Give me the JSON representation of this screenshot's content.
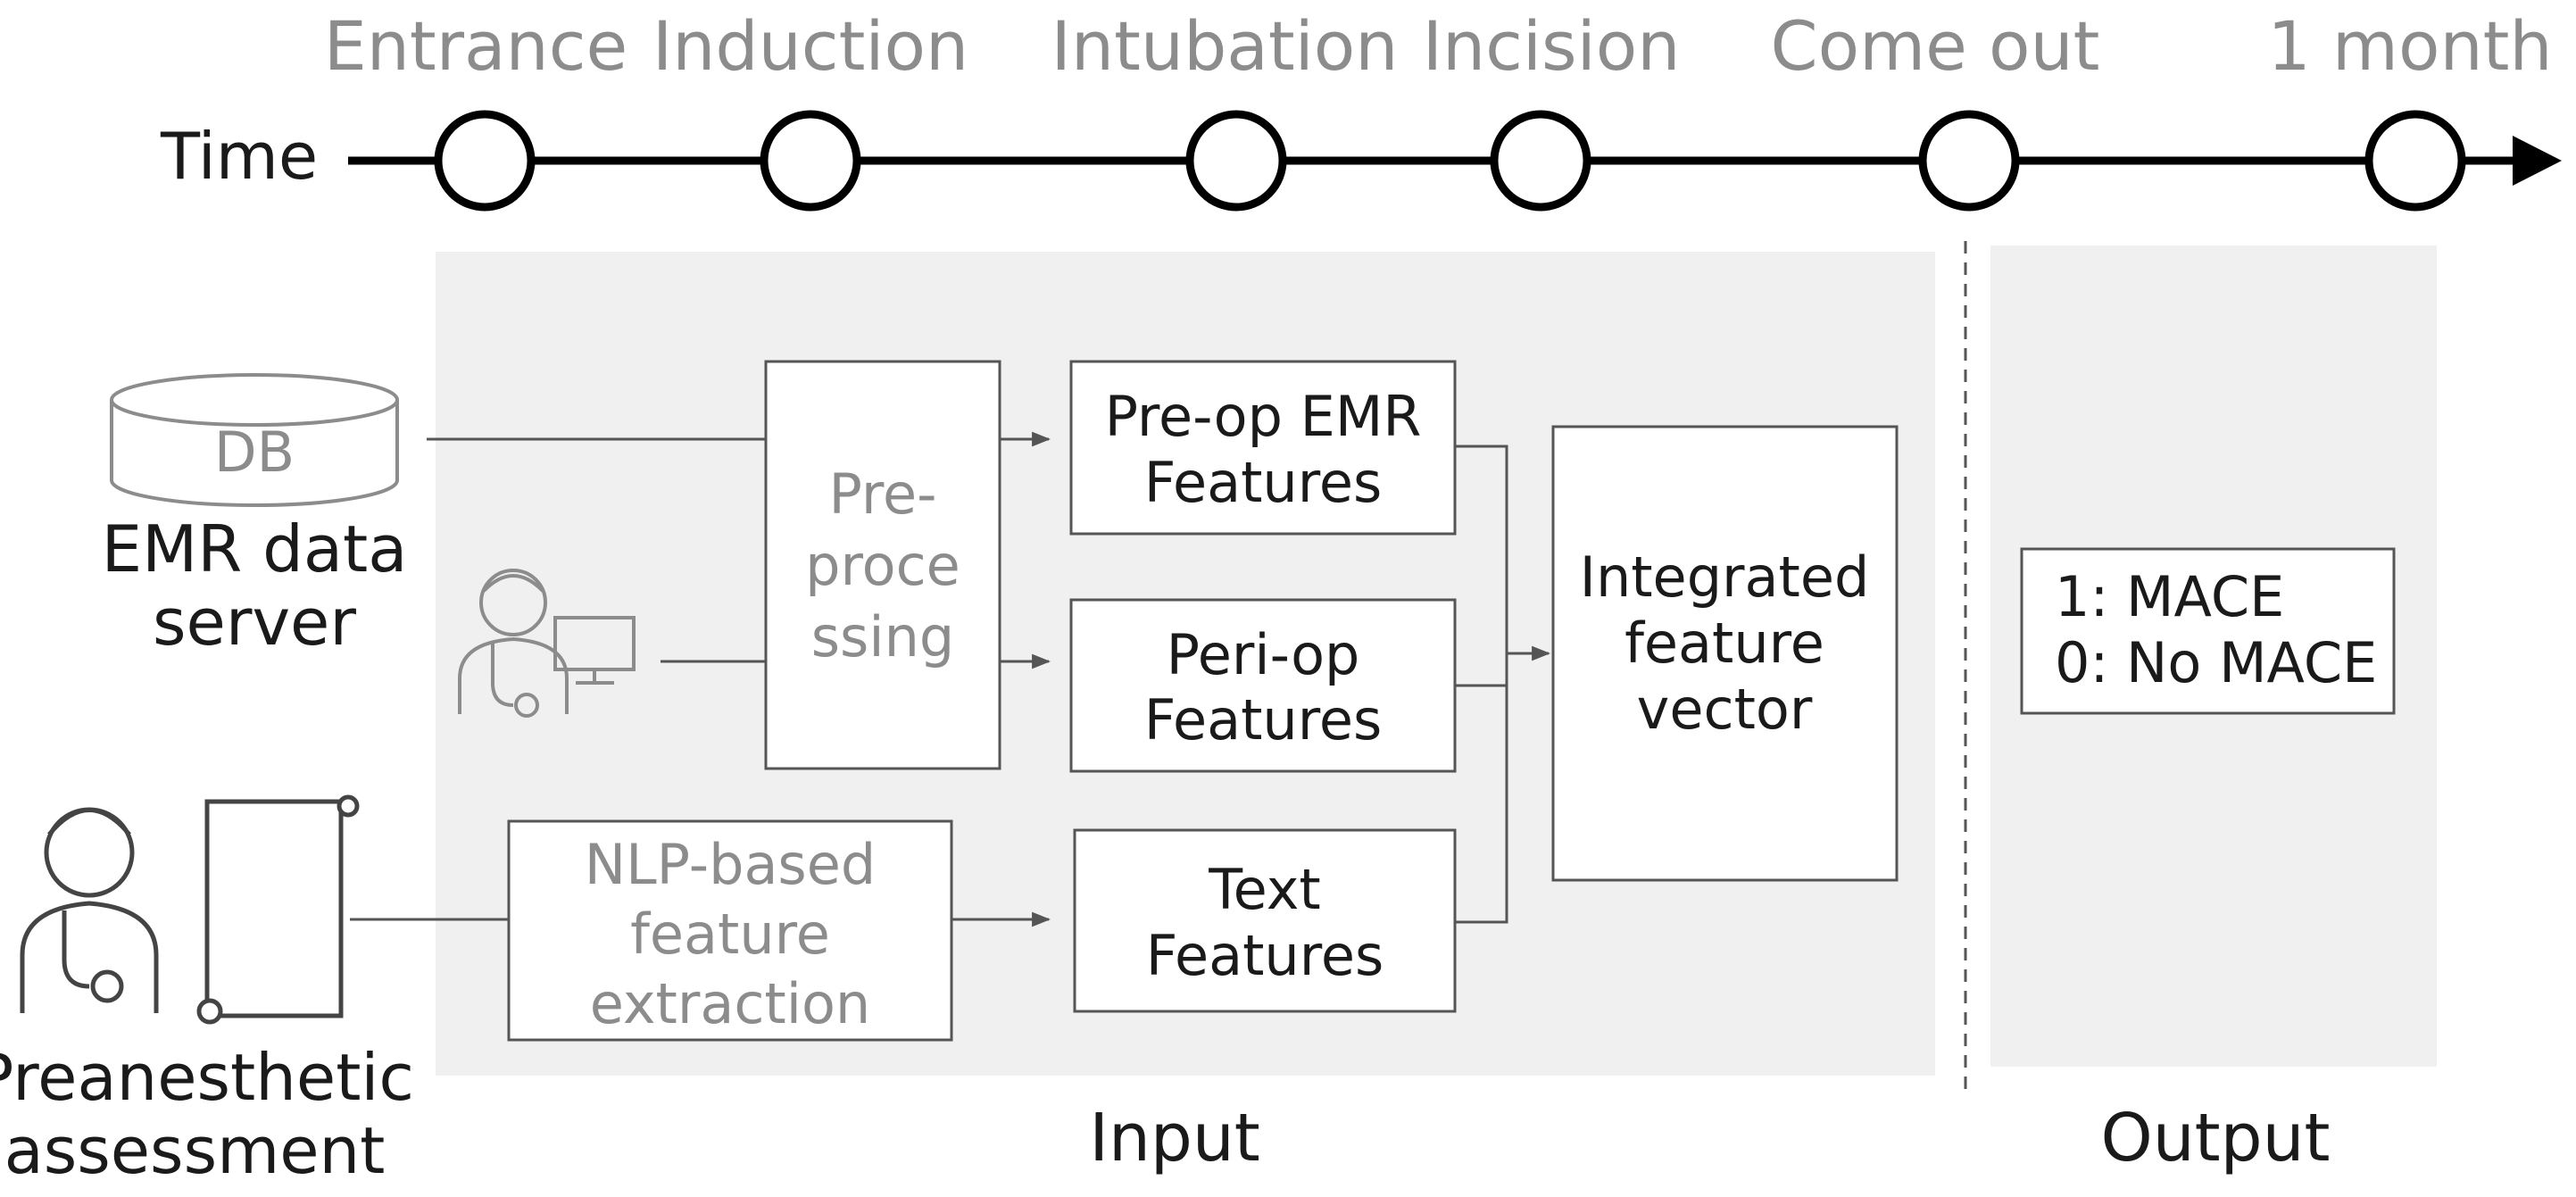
{
  "timeline": {
    "label": "Time",
    "stages": [
      "Entrance",
      "Induction",
      "Intubation",
      "Incision",
      "Come out",
      "1 month"
    ]
  },
  "sources": {
    "db_label": "DB",
    "emr_server": [
      "EMR data",
      "server"
    ],
    "preanesthetic": [
      "Preanesthetic",
      "assessment"
    ]
  },
  "processing": {
    "preprocessing": [
      "Pre-",
      "proce",
      "ssing"
    ],
    "nlp": [
      "NLP-based",
      "feature",
      "extraction"
    ]
  },
  "features": {
    "preop": [
      "Pre-op EMR",
      "Features"
    ],
    "periop": [
      "Peri-op",
      "Features"
    ],
    "text": [
      "Text",
      "Features"
    ]
  },
  "integrated": [
    "Integrated",
    "feature",
    "vector"
  ],
  "output": {
    "lines": [
      "1: MACE",
      "0: No MACE"
    ]
  },
  "sections": {
    "input": "Input",
    "output": "Output"
  },
  "colors": {
    "panel": "#f0f0f0",
    "line": "#555555",
    "gray_text": "#8c8c8c"
  }
}
